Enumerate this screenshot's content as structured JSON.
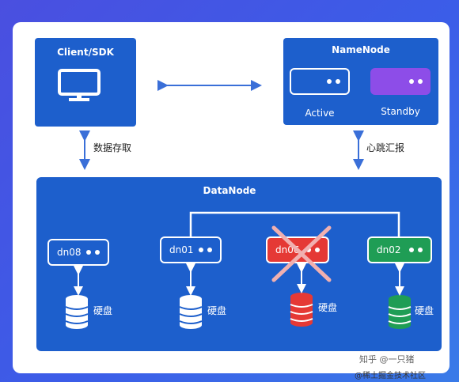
{
  "client": {
    "title": "Client/SDK",
    "icon": "monitor-icon"
  },
  "namenode": {
    "title": "NameNode",
    "active_label": "Active",
    "standby_label": "Standby"
  },
  "links": {
    "client_data": "数据存取",
    "heartbeat": "心跳汇报"
  },
  "datanode": {
    "title": "DataNode",
    "nodes": [
      {
        "name": "dn08",
        "state": "normal"
      },
      {
        "name": "dn01",
        "state": "normal"
      },
      {
        "name": "dn06",
        "state": "failed"
      },
      {
        "name": "dn02",
        "state": "normal"
      }
    ],
    "disk_label": "硬盘"
  },
  "watermark": {
    "line1": "知乎 @一只猪",
    "line2": "@稀土掘金技术社区"
  },
  "colors": {
    "background": "#3b5de8",
    "box_blue": "#1d5fcc",
    "standby_purple": "#8d4de8",
    "failed_red": "#e53935",
    "replica_green": "#1f9d55",
    "arrow": "#3a6fd8",
    "cross": "#e8a0a0"
  }
}
